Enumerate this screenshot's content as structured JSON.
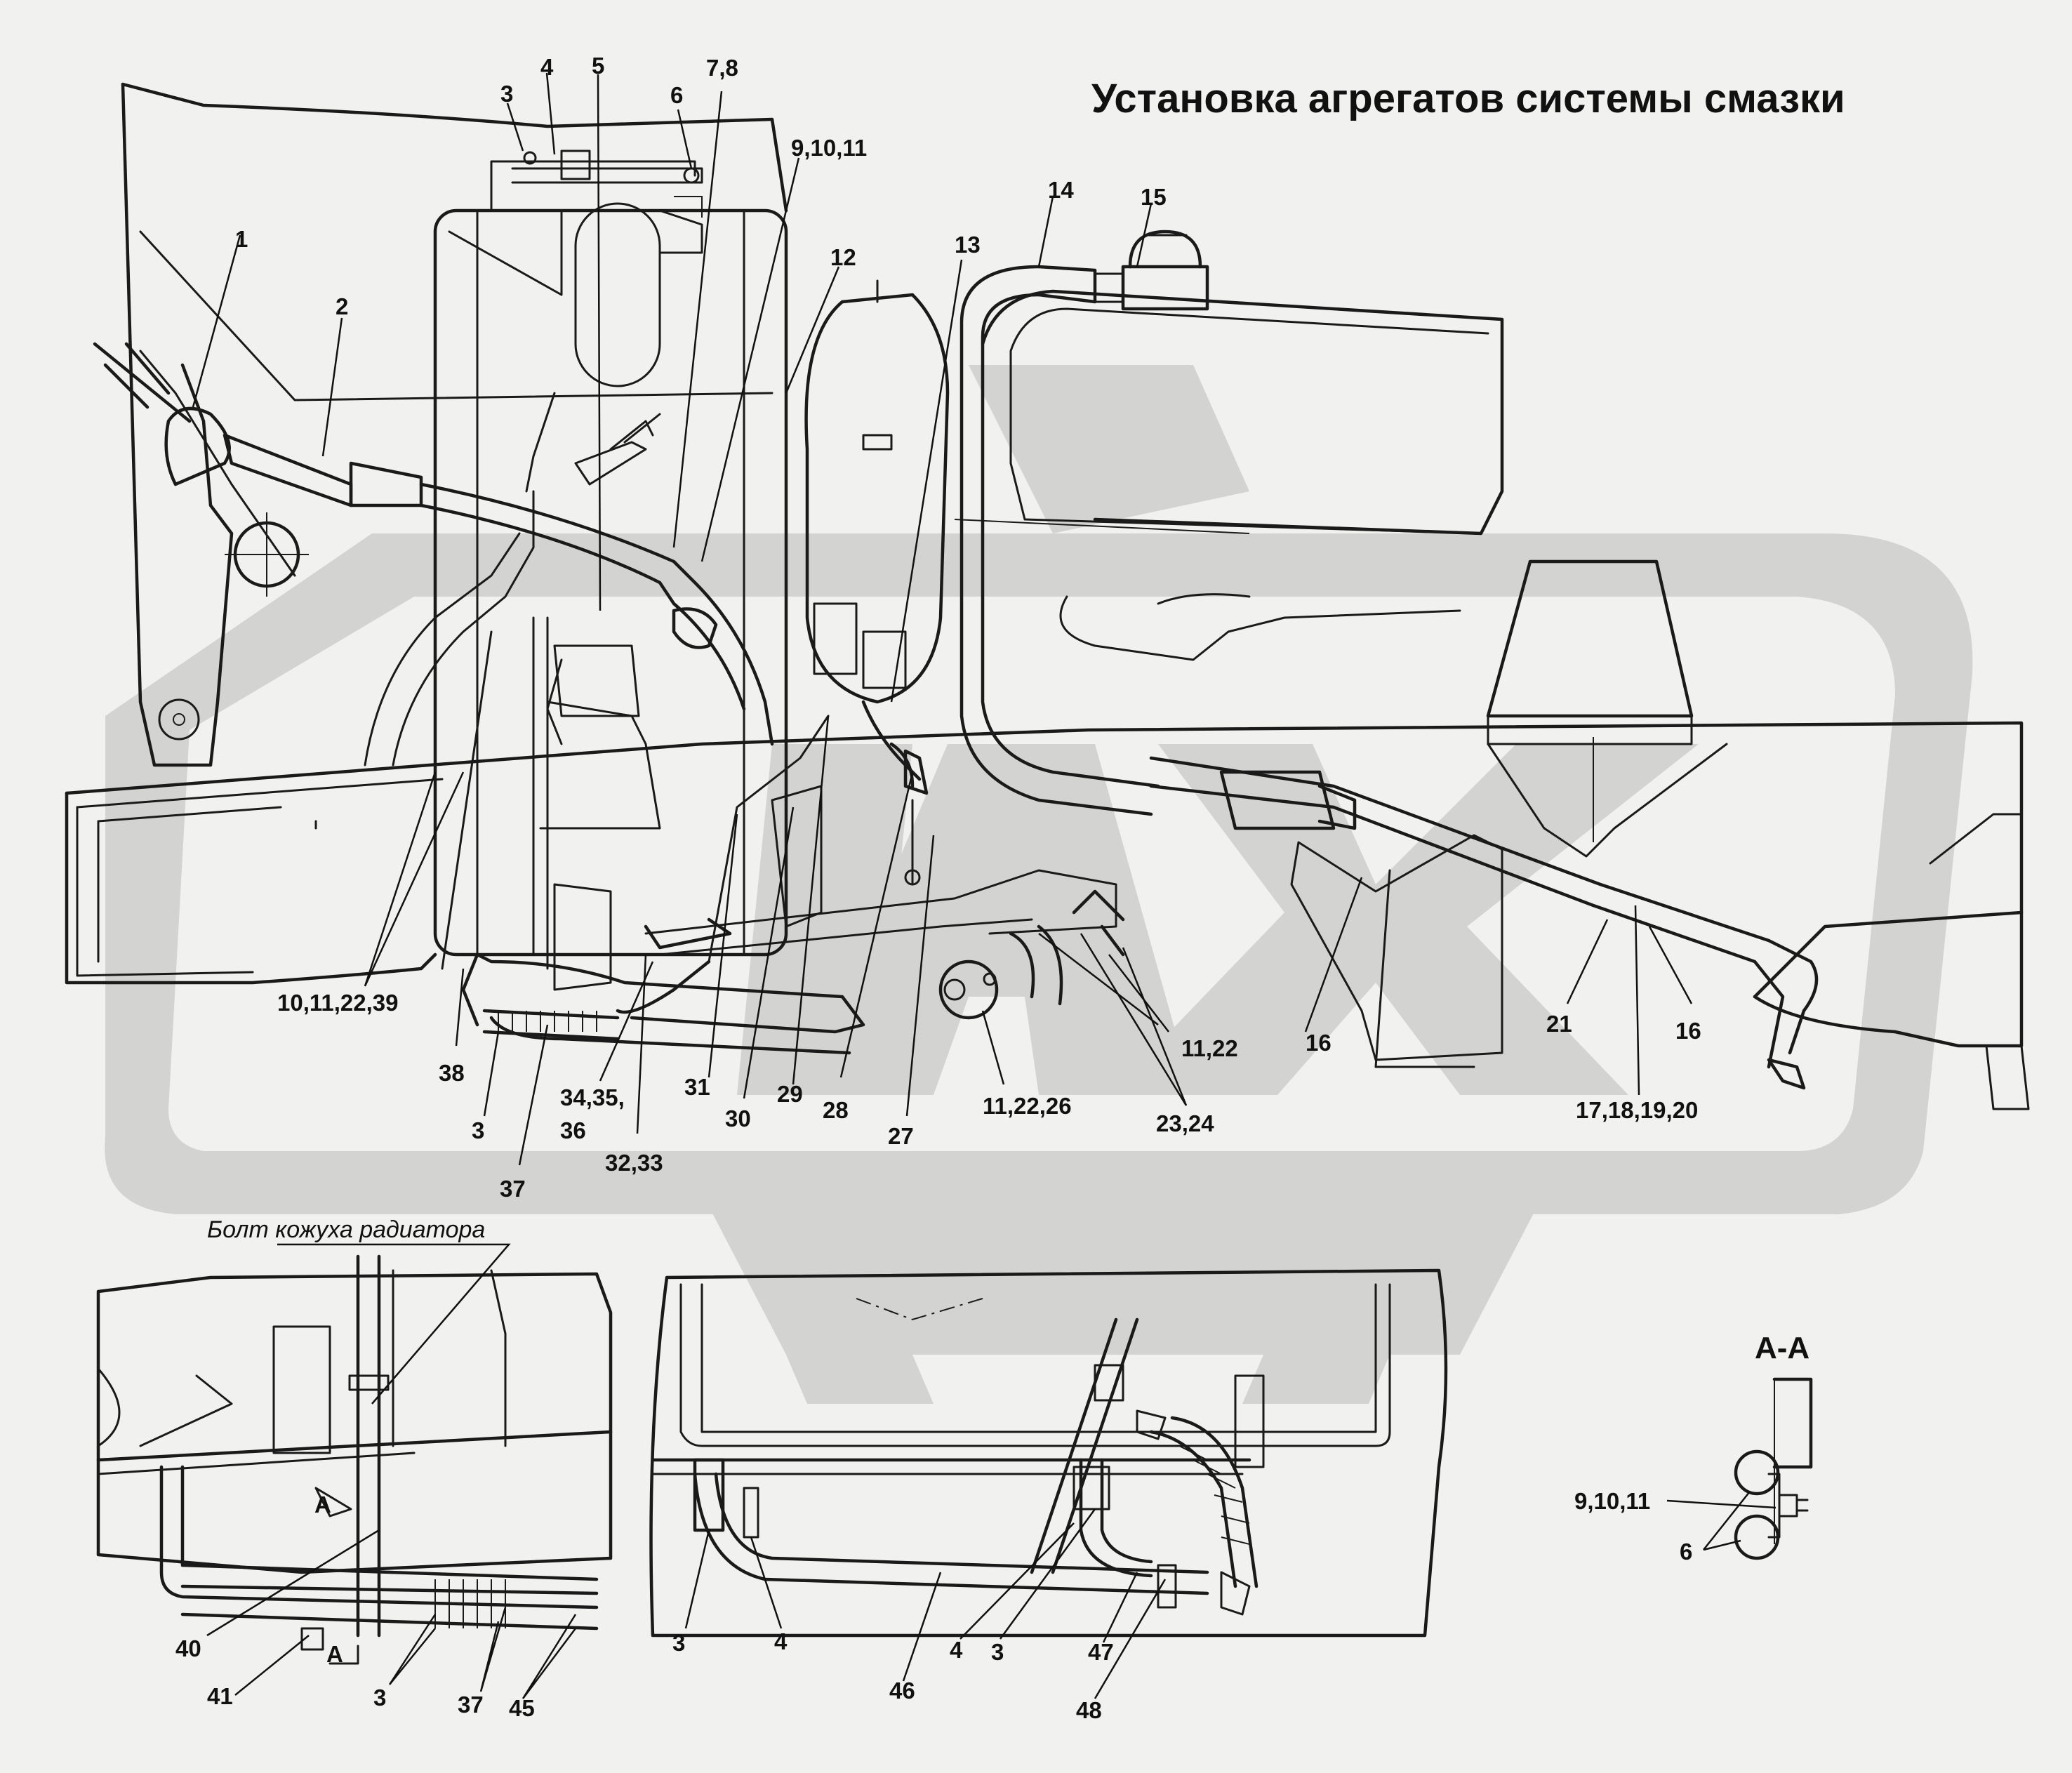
{
  "title": "Установка агрегатов системы смазки",
  "note_radiator_bolt": "Болт кожуха радиатора",
  "section_title": "A-A",
  "section_marker": "A",
  "callouts": {
    "c1": "1",
    "c2": "2",
    "c3": "3",
    "c4": "4",
    "c5": "5",
    "c6": "6",
    "c78": "7,8",
    "c91011": "9,10,11",
    "c12": "12",
    "c13": "13",
    "c14": "14",
    "c15": "15",
    "c16a": "16",
    "c16b": "16",
    "c17": "17,18,19,20",
    "c21": "21",
    "c1122a": "11,22",
    "c2324": "23,24",
    "c112226": "11,22,26",
    "c27": "27",
    "c28": "28",
    "c29": "29",
    "c30": "30",
    "c31": "31",
    "c3233": "32,33",
    "c3436a": "34,35,",
    "c3436b": "36",
    "c37": "37",
    "c3b": "3",
    "c38": "38",
    "c10112239": "10,11,22,39"
  },
  "inset_left": {
    "c40": "40",
    "c41": "41",
    "c3": "3",
    "c37": "37",
    "c45": "45"
  },
  "inset_mid": {
    "c3a": "3",
    "c4a": "4",
    "c46": "46",
    "c4b": "4",
    "c3b": "3",
    "c47": "47",
    "c48": "48"
  },
  "inset_right": {
    "c91011": "9,10,11",
    "c6": "6"
  }
}
